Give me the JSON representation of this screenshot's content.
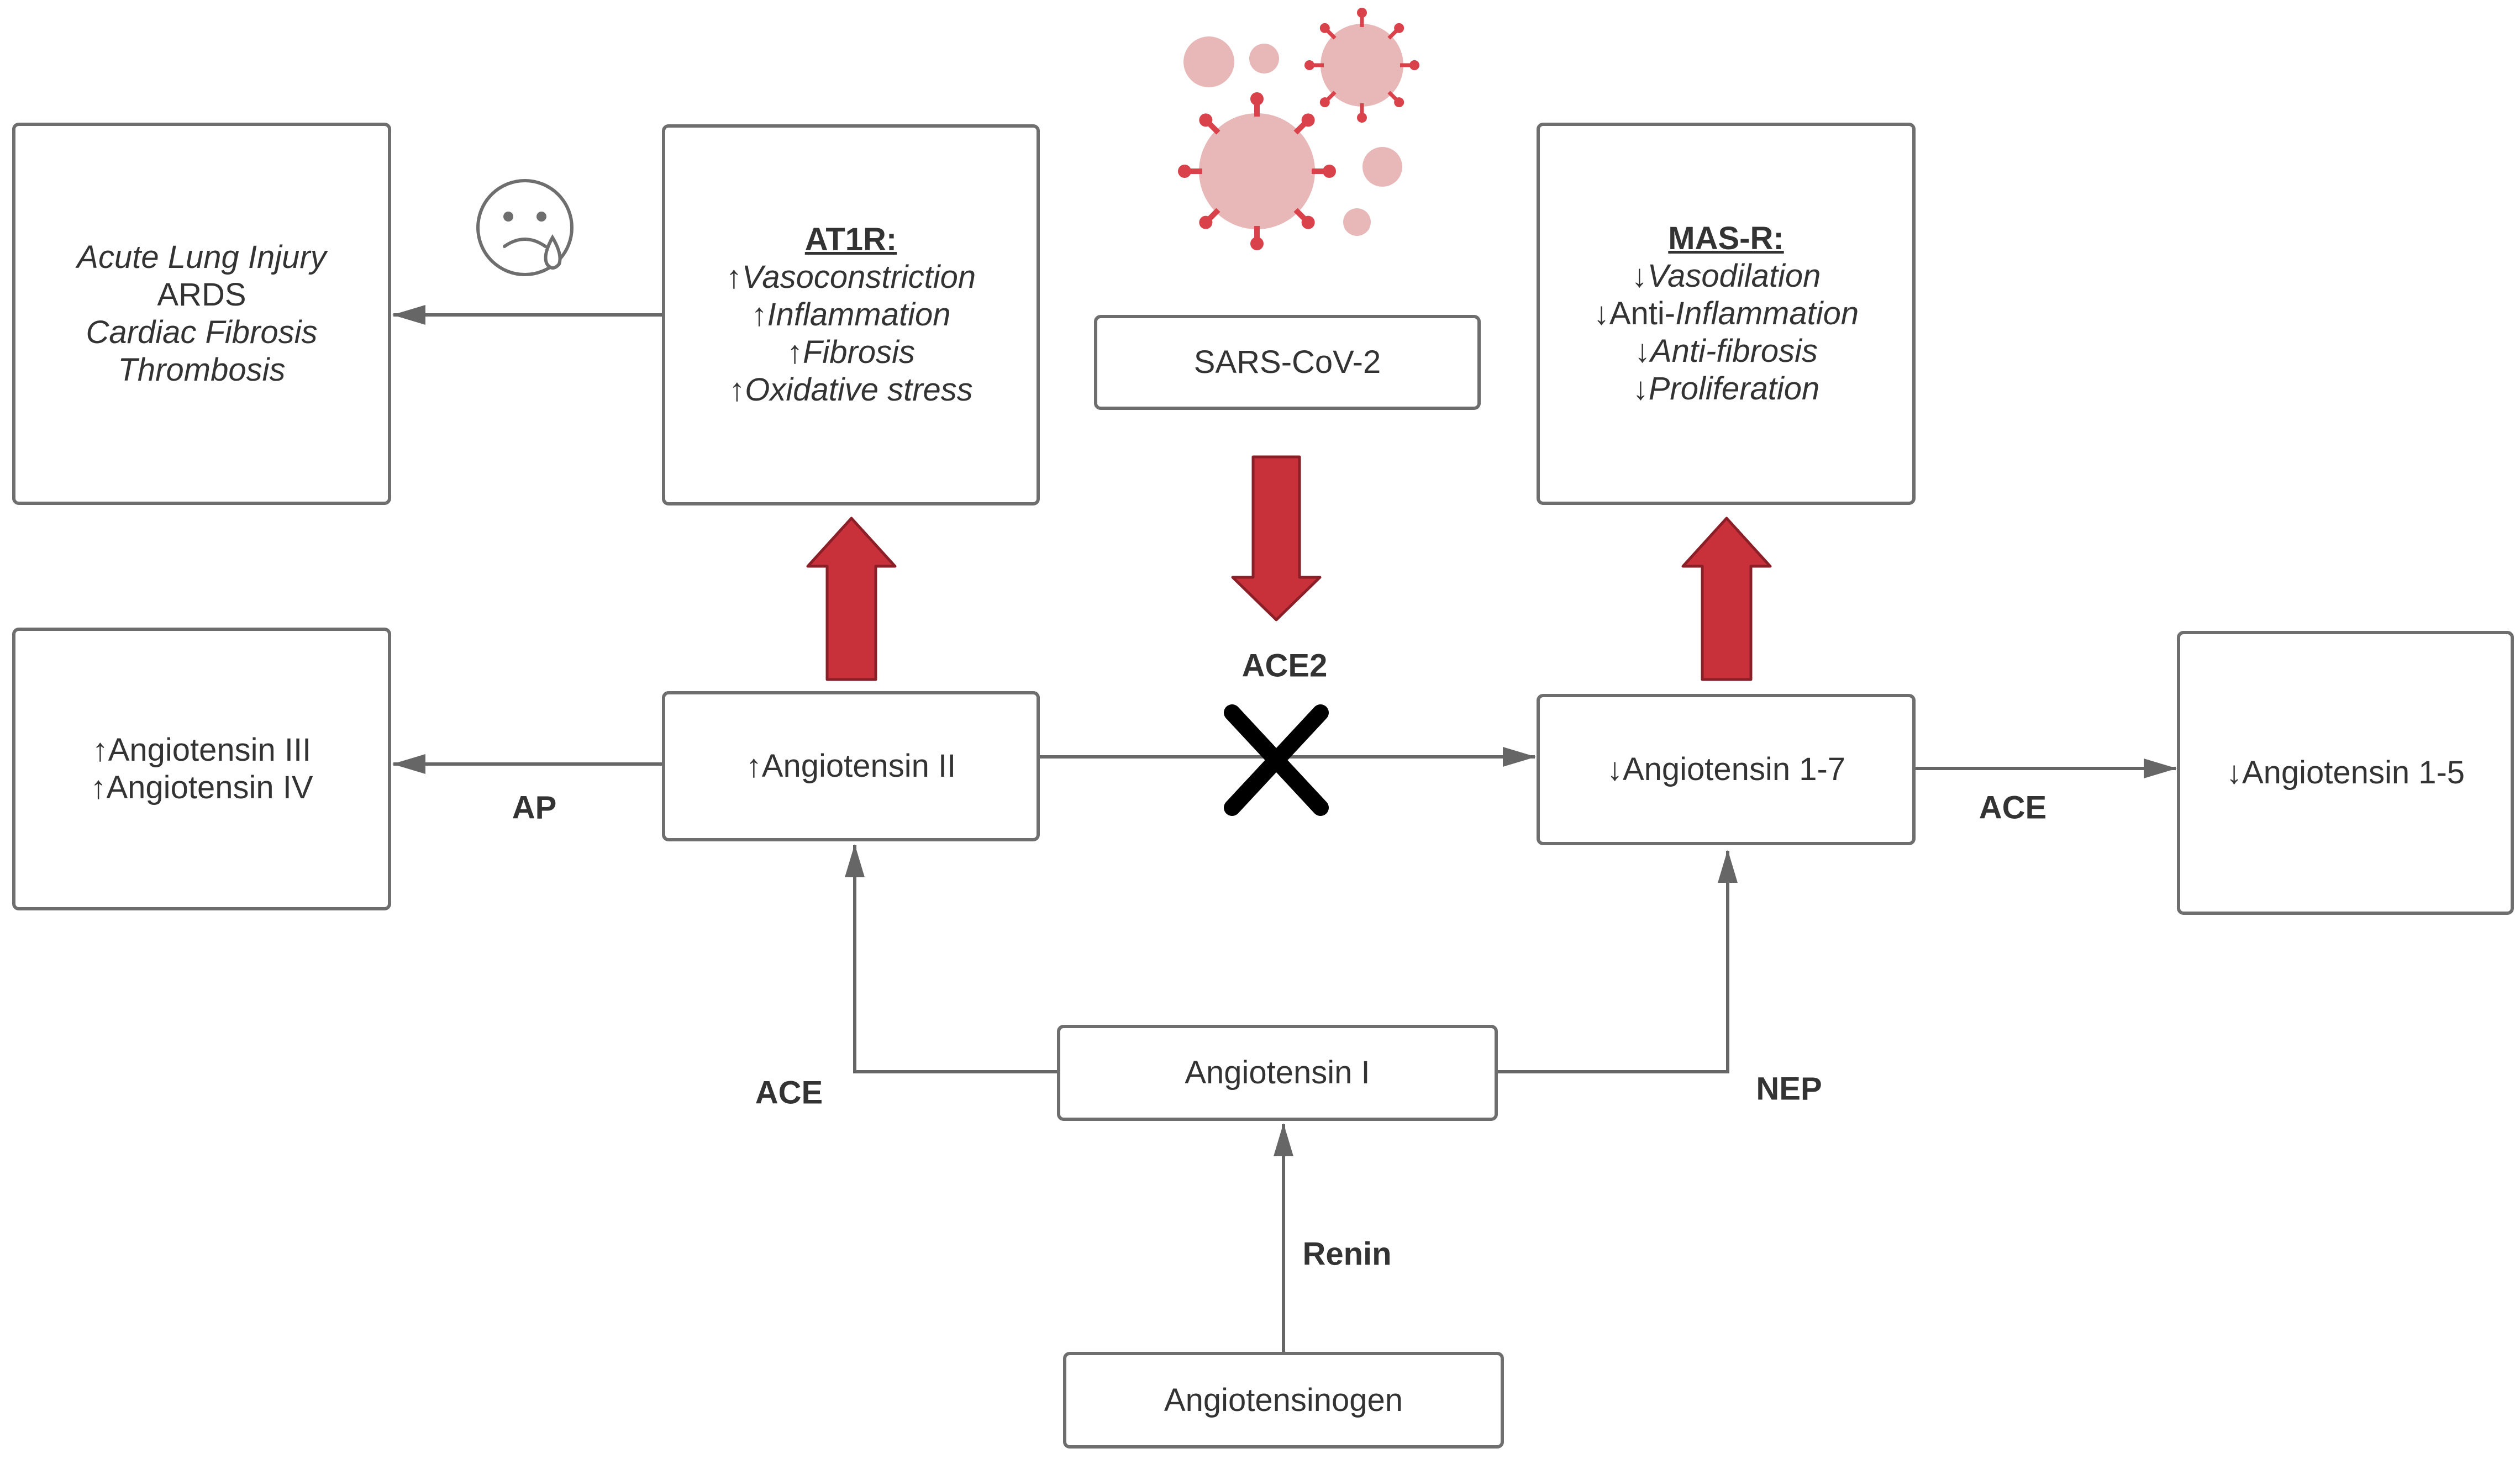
{
  "virus": {
    "name": "SARS-CoV-2"
  },
  "effects_box": {
    "lines": [
      {
        "text": "Acute Lung Injury",
        "italic": true
      },
      {
        "text": "ARDS",
        "italic": false
      },
      {
        "text": "Cardiac Fibrosis",
        "italic": true
      },
      {
        "text": "Thrombosis",
        "italic": true
      }
    ]
  },
  "at1r_box": {
    "title": "AT1R:",
    "lines": [
      {
        "arrow": "↑",
        "text": "Vasoconstriction"
      },
      {
        "arrow": "↑",
        "text": "Inflammation"
      },
      {
        "arrow": "↑",
        "text": "Fibrosis"
      },
      {
        "arrow": "↑",
        "text": "Oxidative stress"
      }
    ]
  },
  "masr_box": {
    "title": "MAS-R:",
    "lines": [
      {
        "arrow": "↓",
        "prefix": "",
        "text": "Vasodilation"
      },
      {
        "arrow": "↓",
        "prefix": "Anti-",
        "text": "Inflammation"
      },
      {
        "arrow": "↓",
        "prefix": "",
        "text": "Anti-fibrosis"
      },
      {
        "arrow": "↓",
        "prefix": "",
        "text": "Proliferation"
      }
    ]
  },
  "nodes": {
    "ang3_4": {
      "lines": [
        "↑Angiotensin III",
        "↑Angiotensin IV"
      ]
    },
    "ang2": "↑Angiotensin II",
    "ang17": "↓Angiotensin 1-7",
    "ang15": "↓Angiotensin 1-5",
    "ang1": "Angiotensin I",
    "angiotensinogen": "Angiotensinogen"
  },
  "enzymes": {
    "ap": "AP",
    "ace2": "ACE2",
    "ace_right": "ACE",
    "ace_left": "ACE",
    "nep": "NEP",
    "renin": "Renin"
  },
  "icons": {
    "sad": "sad-crying-face-icon",
    "virus": "coronavirus-particle-icon",
    "block": "x-block-icon",
    "up_arrow": "red-up-arrow-icon",
    "down_arrow": "red-down-arrow-icon"
  },
  "colors": {
    "border": "#6e6e6e",
    "connector": "#666666",
    "big_arrow": "#c8303a",
    "virus_body": "#e8b8b8",
    "virus_spike": "#d9424a",
    "block_mark": "#000000"
  }
}
